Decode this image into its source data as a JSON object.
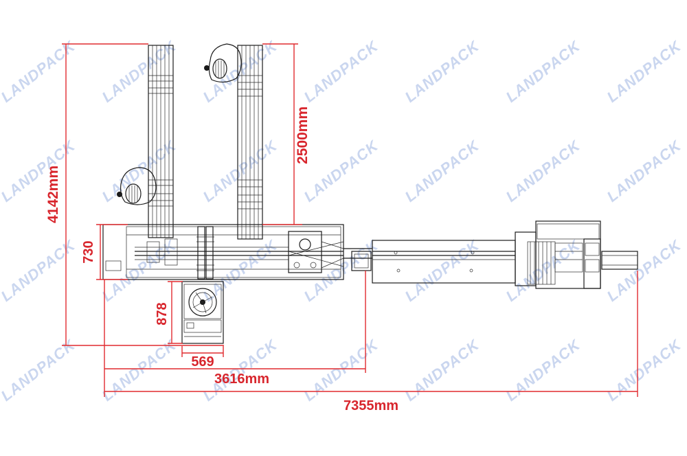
{
  "watermark": {
    "text": "LANDPACK",
    "color": "#b9c9ea"
  },
  "colors": {
    "dimension": "#e02a2f",
    "drawing": "#1a1a1a"
  },
  "dimensions": {
    "total_depth": "4142mm",
    "frame_depth": "730",
    "conveyor_length": "2500mm",
    "fan_unit_depth": "878",
    "fan_unit_width": "569",
    "main_frame_width": "3616mm",
    "total_length": "7355mm"
  }
}
